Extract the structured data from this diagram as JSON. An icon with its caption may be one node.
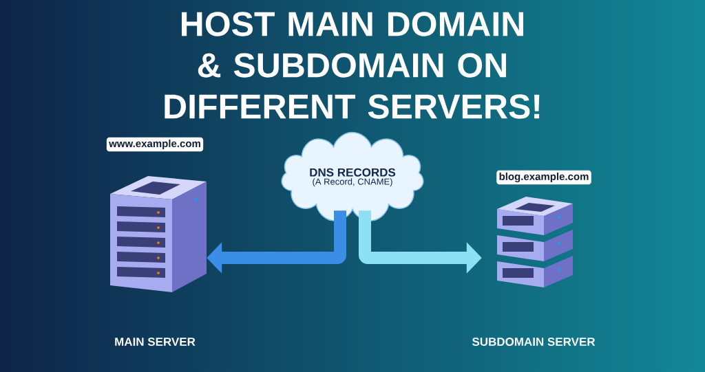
{
  "diagram": {
    "title": "HOST MAIN DOMAIN & SUBDOMAIN ON DIFFERENT SERVERS!",
    "nodes": [
      {
        "text": [
          "DNS RECORDS",
          "(A Record, CNAME)"
        ]
      },
      {
        "text": [
          "www.example.com",
          "MAIN SERVER"
        ]
      },
      {
        "text": [
          "blog.example.com",
          "SUBDOMAIN SERVER"
        ]
      }
    ],
    "edges": [
      {
        "from": 0,
        "to": 1,
        "arrow": "to",
        "color": "#3a8ee6"
      },
      {
        "from": 0,
        "to": 2,
        "arrow": "to",
        "color": "#8ee0f5"
      }
    ]
  }
}
